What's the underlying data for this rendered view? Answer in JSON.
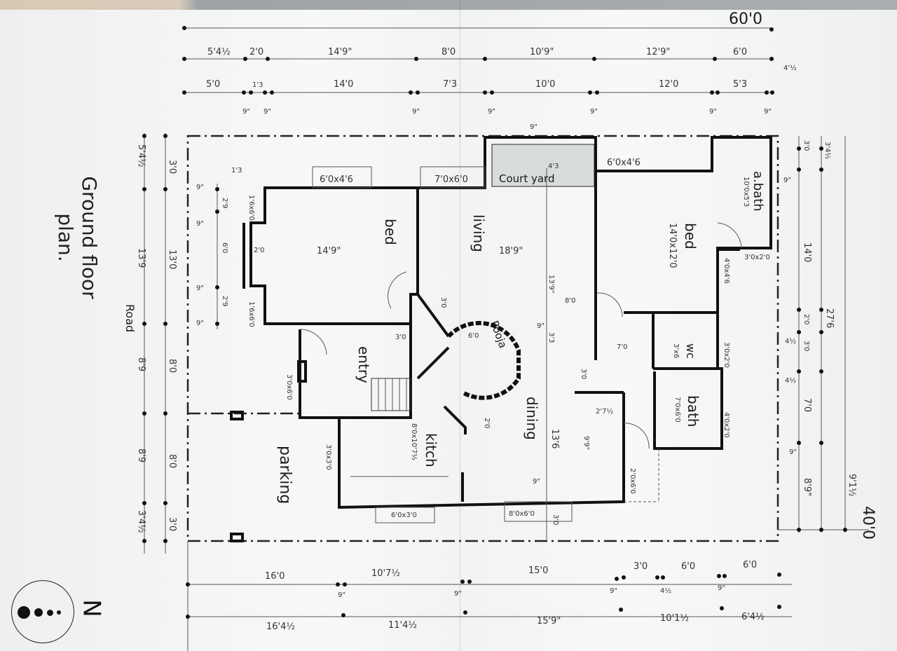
{
  "title": {
    "line1": "Ground floor",
    "line2": "plan."
  },
  "north_label": "N",
  "road_label": "Road",
  "overall": {
    "width": "60'0",
    "depth": "40'0"
  },
  "top_dims_row1": [
    "5'4½",
    "2'0",
    "14'9\"",
    "8'0",
    "10'9\"",
    "12'9\"",
    "6'0",
    "4'½"
  ],
  "top_dims_row2": [
    "5'0",
    "1'3",
    "14'0",
    "7'3",
    "10'0",
    "12'0",
    "5'3"
  ],
  "top_wall_marks": [
    "9\"",
    "9\"",
    "9\"",
    "9\"",
    "9\"",
    "9\"",
    "9\""
  ],
  "left_dims_outer": [
    "5'4½",
    "13'9",
    "8'9",
    "8'9",
    "3'4½"
  ],
  "left_dims_inner": [
    "3'0",
    "13'0",
    "8'0",
    "8'0",
    "3'0"
  ],
  "left_small": [
    "2'9",
    "6'0",
    "2'9",
    "9\"",
    "9\"",
    "9\"",
    "9\""
  ],
  "right_dims_inner": [
    "3'0",
    "14'0",
    "2'0",
    "3'0",
    "7'0",
    "8'9\""
  ],
  "right_dims_outer": [
    "3'4½",
    "27'6",
    "9'1½"
  ],
  "right_small": [
    "9\"",
    "4½",
    "4½",
    "9\""
  ],
  "bottom_dims_row1": [
    "16'0",
    "10'7½",
    "15'0",
    "3'0",
    "6'0",
    "6'0"
  ],
  "bottom_dims_row2": [
    "16'4½",
    "11'4½",
    "15'9\"",
    "10'1½",
    "6'4½"
  ],
  "bottom_marks": [
    "9\"",
    "9\"",
    "9\"",
    "4½",
    "9\""
  ],
  "rooms": [
    {
      "name": "bed",
      "size": "14'9\""
    },
    {
      "name": "living",
      "size": "18'9\""
    },
    {
      "name": "bed",
      "size": "14'0x12'0"
    },
    {
      "name": "a.bath",
      "size": "10'0x5'3"
    },
    {
      "name": "Court yard",
      "size": "4'3"
    },
    {
      "name": "entry",
      "size": ""
    },
    {
      "name": "Pooja",
      "size": "6'0"
    },
    {
      "name": "kitch",
      "size": "8'0x10'7½"
    },
    {
      "name": "dining",
      "size": "13'6"
    },
    {
      "name": "wc",
      "size": "3'x6"
    },
    {
      "name": "bath",
      "size": "7'0x6'0"
    },
    {
      "name": "parking",
      "size": ""
    }
  ],
  "openings": [
    "6'0x4'6",
    "7'0x6'0",
    "6'0x4'6",
    "3'0x2'0",
    "4'0x4'6",
    "1'6x6'0",
    "1'6x6'0",
    "3'0x6'0",
    "3'0x3'0",
    "6'0x3'0",
    "8'0x6'0",
    "3'0x2'0",
    "4'0x2'0",
    "2'0x6'0"
  ],
  "misc": [
    "2'0",
    "3'0",
    "3'0",
    "13'9\"",
    "8'0",
    "3'3",
    "3'0",
    "2'7½",
    "9'9\"",
    "2'0",
    "7'0",
    "9\"",
    "9\"",
    "3'0",
    "9\"",
    "1'3"
  ]
}
